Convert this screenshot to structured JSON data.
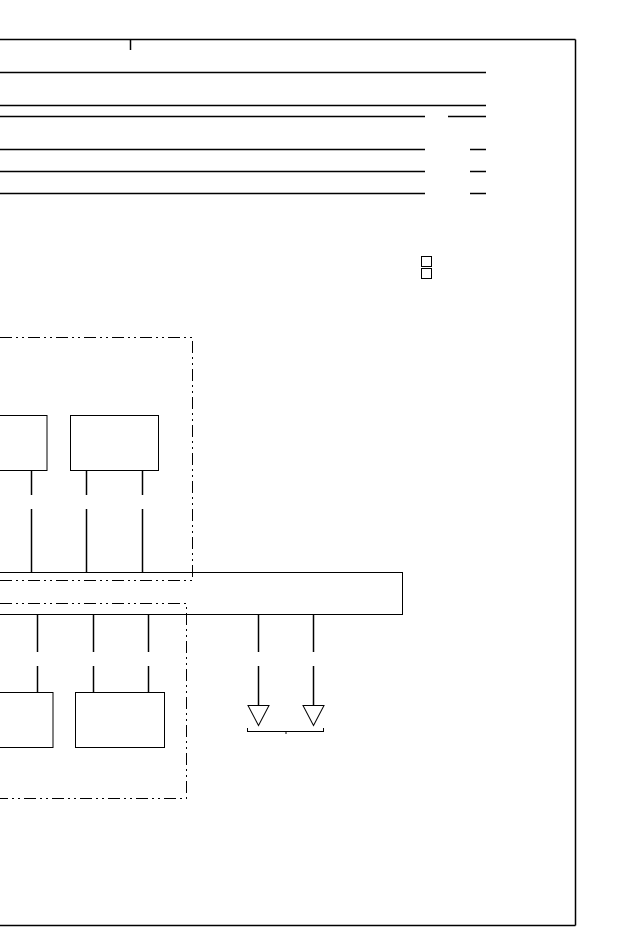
{
  "page": {
    "background_color": "#ffffff",
    "line_color": "#000000"
  },
  "form_header": {
    "checkbox_count": 2
  },
  "diagram": {
    "upper_group": {
      "box_count": 2,
      "boundary_style": "dash-dot"
    },
    "lower_group": {
      "box_count": 2,
      "boundary_style": "dash-dot"
    },
    "bus": {},
    "ground_symbols": {
      "count": 2
    }
  }
}
